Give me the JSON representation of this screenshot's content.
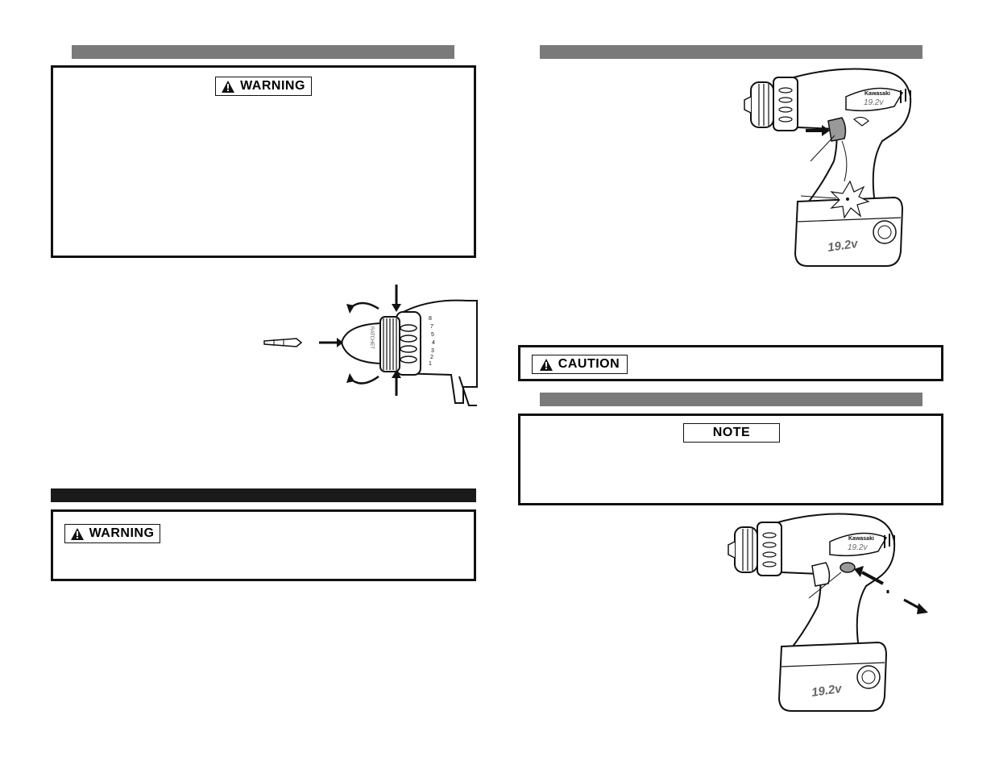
{
  "left_page": {
    "warning_box_top": {
      "label": "WARNING",
      "icon": "alert-triangle-icon"
    },
    "warning_box_bottom": {
      "label": "WARNING",
      "icon": "alert-triangle-icon"
    }
  },
  "right_page": {
    "caution_box": {
      "label": "CAUTION",
      "icon": "alert-triangle-icon"
    },
    "note_box": {
      "label": "NOTE"
    },
    "drill_top": {
      "brand": "Kawasaki",
      "voltage_body": "19.2v",
      "voltage_battery": "19.2v"
    },
    "drill_bottom": {
      "brand": "Kawasaki",
      "voltage_body": "19.2v",
      "voltage_battery": "19.2v"
    }
  },
  "chuck_figure": {
    "chuck_text": "RATCHET"
  },
  "colors": {
    "header_bar": "#7a7a7a",
    "section_bar": "#1a1a1a",
    "border": "#111111"
  }
}
